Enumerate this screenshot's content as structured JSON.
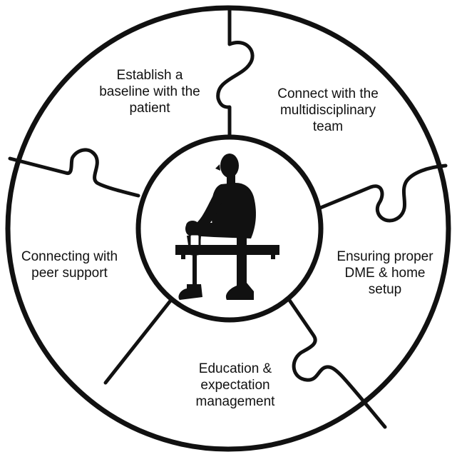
{
  "segments": [
    {
      "id": "baseline",
      "lines": [
        "Establish a",
        "baseline with the",
        "patient"
      ]
    },
    {
      "id": "team",
      "lines": [
        "Connect with the",
        "multidisciplinary",
        "team"
      ]
    },
    {
      "id": "dme",
      "lines": [
        "Ensuring proper",
        "DME & home",
        "setup"
      ]
    },
    {
      "id": "education",
      "lines": [
        "Education &",
        "expectation",
        "management"
      ]
    },
    {
      "id": "peer",
      "lines": [
        "Connecting with",
        "peer support"
      ]
    }
  ],
  "center": {
    "icon": "seated-amputee-with-prosthetic-leg-icon"
  },
  "colors": {
    "line": "#111111",
    "background": "#ffffff"
  }
}
